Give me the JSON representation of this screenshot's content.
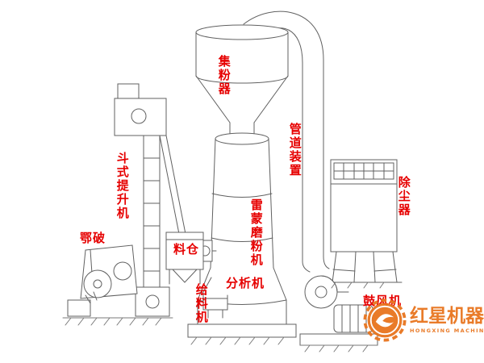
{
  "diagram": {
    "labels": {
      "powder_collector": "集粉器",
      "pipeline_device": "管道装置",
      "dust_collector": "除尘器",
      "bucket_elevator": "斗式提升机",
      "jaw_crusher": "鄂破",
      "hopper": "料仓",
      "raymond_mill": "雷蒙磨粉机",
      "analyzer": "分析机",
      "feeder": "给料机",
      "blower": "鼓风机"
    },
    "colors": {
      "label_red": "#e60000",
      "line_gray": "#616161",
      "watermark_orange": "#e8741e"
    }
  },
  "watermark": {
    "brand": "红星机器",
    "brand_en": "HONGXING MACHINERY"
  }
}
